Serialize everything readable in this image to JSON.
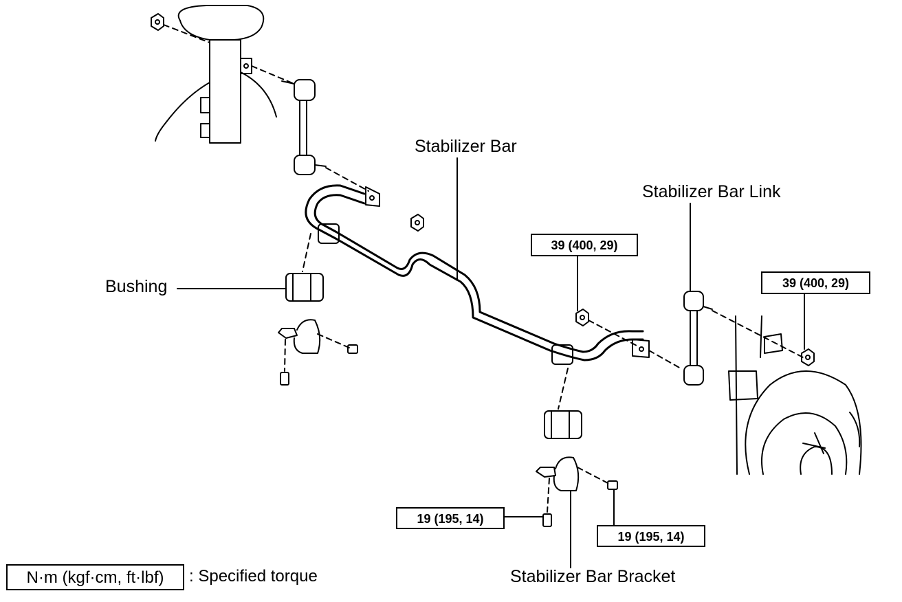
{
  "labels": {
    "stabilizer_bar": "Stabilizer Bar",
    "stabilizer_bar_link": "Stabilizer Bar Link",
    "bushing": "Bushing",
    "stabilizer_bar_bracket": "Stabilizer Bar Bracket"
  },
  "torques": {
    "link_nut_lower": "39 (400, 29)",
    "link_nut_upper": "39 (400, 29)",
    "bracket_bolt_left": "19 (195, 14)",
    "bracket_bolt_right": "19 (195, 14)"
  },
  "legend": {
    "unit": "N·m (kgf·cm, ft·lbf)",
    "text": ": Specified torque"
  }
}
